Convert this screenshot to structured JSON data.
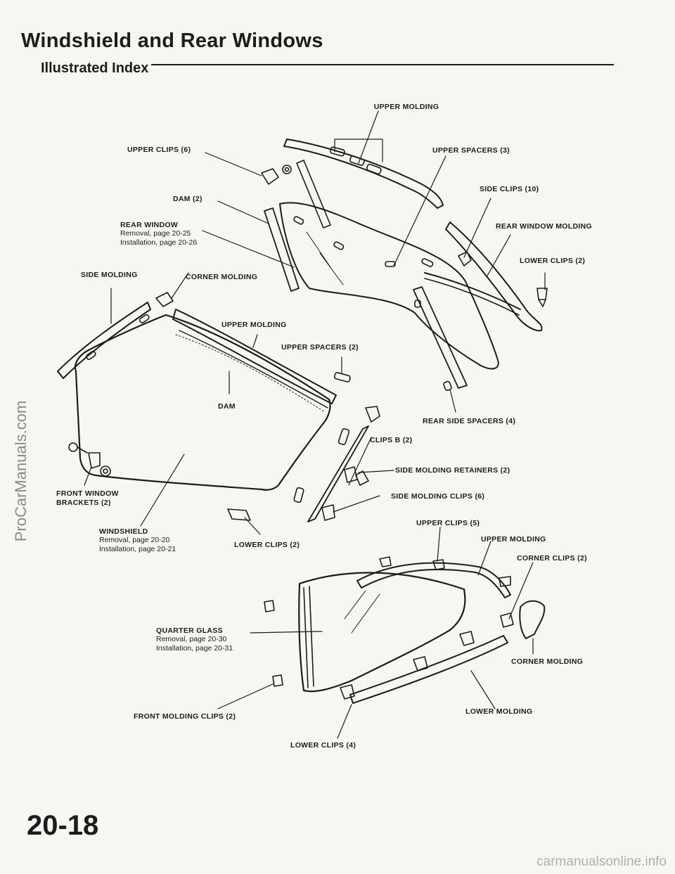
{
  "header": {
    "title": "Windshield and Rear Windows",
    "subtitle": "Illustrated Index"
  },
  "page_number": "20-18",
  "watermarks": {
    "side": "ProCarManuals.com",
    "bottom": "carmanualsonline.info"
  },
  "labels": {
    "upper_molding_rear": "UPPER MOLDING",
    "upper_clips_rear": "UPPER CLIPS (6)",
    "upper_spacers_rear": "UPPER SPACERS (3)",
    "dam_rear": "DAM (2)",
    "side_clips": "SIDE CLIPS (10)",
    "rear_window": "REAR WINDOW",
    "rear_window_removal": "Removal, page 20-25",
    "rear_window_installation": "Installation, page 20-26",
    "rear_window_molding": "REAR WINDOW MOLDING",
    "lower_clips_rear": "LOWER CLIPS (2)",
    "side_molding": "SIDE MOLDING",
    "corner_molding_front": "CORNER MOLDING",
    "upper_molding_front": "UPPER MOLDING",
    "upper_spacers_front": "UPPER SPACERS (2)",
    "dam_front": "DAM",
    "rear_side_spacers": "REAR SIDE SPACERS (4)",
    "clips_b": "CLIPS B (2)",
    "side_molding_retainers": "SIDE MOLDING RETAINERS (2)",
    "front_window_brackets": "FRONT WINDOW",
    "front_window_brackets_2": "BRACKETS (2)",
    "side_molding_clips": "SIDE MOLDING CLIPS (6)",
    "windshield": "WINDSHIELD",
    "windshield_removal": "Removal, page 20-20",
    "windshield_installation": "Installation, page 20-21",
    "lower_clips_front": "LOWER CLIPS (2)",
    "upper_clips_quarter": "UPPER CLIPS (5)",
    "upper_molding_quarter": "UPPER MOLDING",
    "corner_clips": "CORNER CLIPS (2)",
    "quarter_glass": "QUARTER GLASS",
    "quarter_glass_removal": "Removal, page 20-30",
    "quarter_glass_installation": "Installation, page 20-31",
    "corner_molding_quarter": "CORNER MOLDING",
    "front_molding_clips": "FRONT MOLDING CLIPS (2)",
    "lower_molding": "LOWER MOLDING",
    "lower_clips_quarter": "LOWER CLIPS (4)"
  }
}
